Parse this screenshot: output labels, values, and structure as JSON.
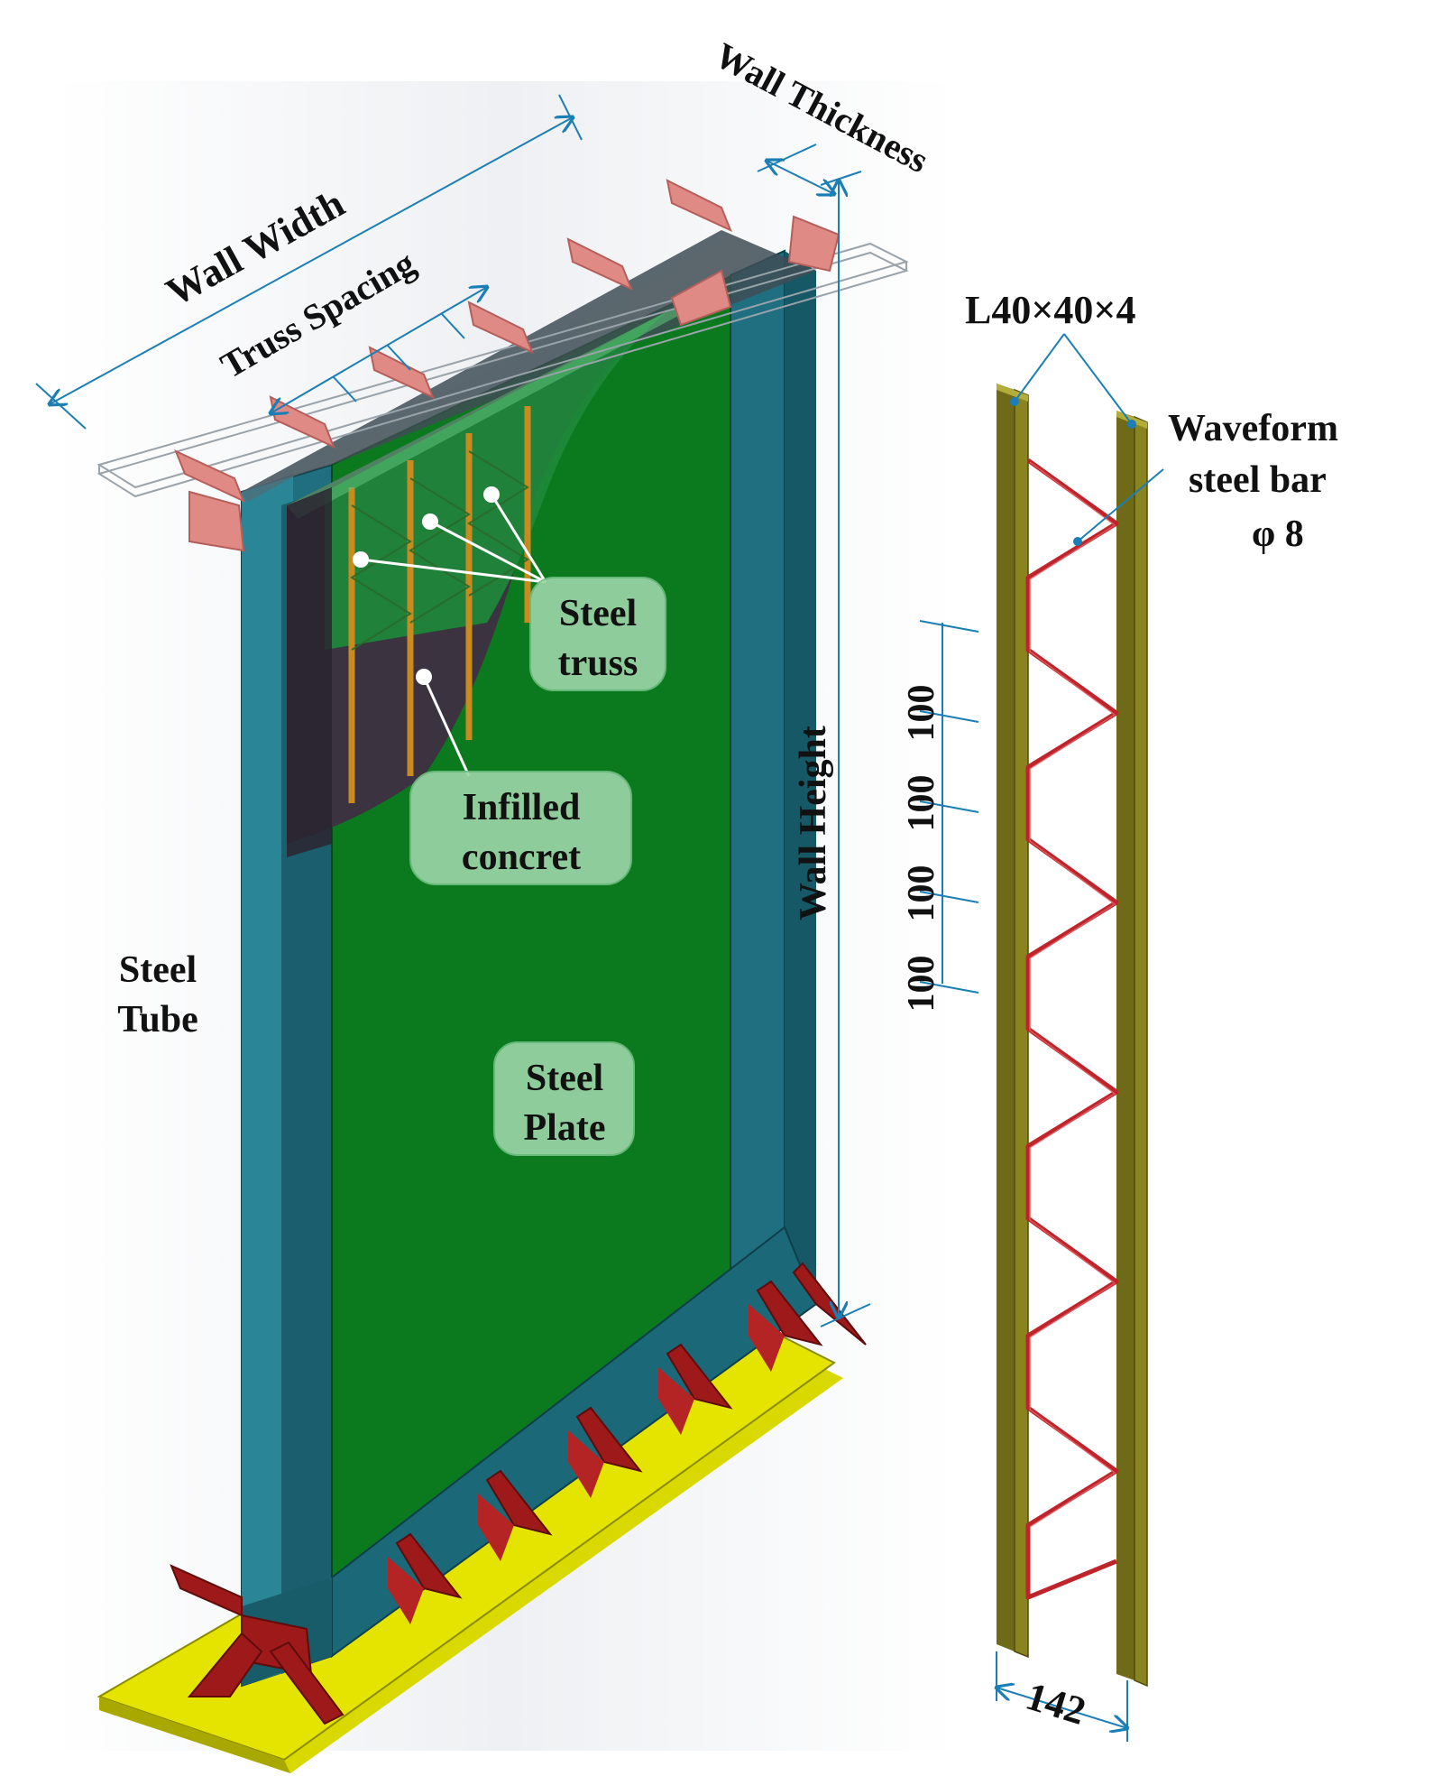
{
  "labels": {
    "wall_width": "Wall Width",
    "truss_spacing": "Truss Spacing",
    "wall_thickness": "Wall Thickness",
    "wall_height": "Wall Height",
    "steel_truss_1": "Steel",
    "steel_truss_2": "truss",
    "infilled_1": "Infilled",
    "infilled_2": "concret",
    "steel_tube_1": "Steel",
    "steel_tube_2": "Tube",
    "steel_plate_1": "Steel",
    "steel_plate_2": "Plate",
    "angle_size": "L40×40×4",
    "waveform_1": "Waveform",
    "waveform_2": "steel bar",
    "waveform_3": "φ 8",
    "spacing_1": "100",
    "spacing_2": "100",
    "spacing_3": "100",
    "spacing_4": "100",
    "truss_width": "142"
  },
  "colors": {
    "steel_plate": "#0b7a1e",
    "steel_tube": "#1f6f80",
    "concrete": "#3b3340",
    "base_plate": "#e4e400",
    "stiffener_bottom": "#9e1a1a",
    "stiffener_top": "#e08a86",
    "truss_angle": "#8a8420",
    "waveform_bar": "#c0242b",
    "dimension_line": "#1b7fb5"
  }
}
